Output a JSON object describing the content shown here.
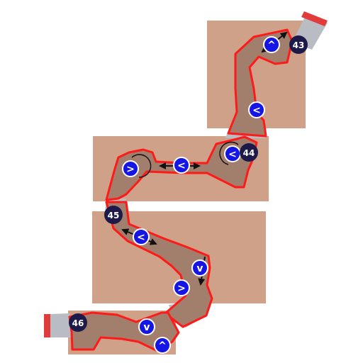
{
  "colors": {
    "background": "#ffffff",
    "panel": "#cfa188",
    "path_fill": "#a27e6c",
    "path_outline": "#ff1a1a",
    "connector": "#b9bdc3",
    "end_cap": "#e23b3b",
    "chevron_marker": "#1515e6",
    "number_marker": "#1d1a4a",
    "arrow": "#111111"
  },
  "markers": {
    "m43": {
      "label": "43"
    },
    "m44": {
      "label": "44"
    },
    "m45": {
      "label": "45"
    },
    "m46": {
      "label": "46"
    }
  },
  "chevrons": {
    "c1": {
      "glyph": "^",
      "icon": "chevron-up-icon"
    },
    "c2": {
      "glyph": "<",
      "icon": "chevron-left-icon"
    },
    "c3": {
      "glyph": "<",
      "icon": "chevron-left-icon"
    },
    "c4": {
      "glyph": "<",
      "icon": "chevron-left-icon"
    },
    "c5": {
      "glyph": ">",
      "icon": "chevron-right-icon"
    },
    "c6": {
      "glyph": "<",
      "icon": "chevron-left-icon"
    },
    "c7": {
      "glyph": "v",
      "icon": "chevron-down-icon"
    },
    "c8": {
      "glyph": ">",
      "icon": "chevron-right-icon"
    },
    "c9": {
      "glyph": "v",
      "icon": "chevron-down-icon"
    },
    "c10": {
      "glyph": "^",
      "icon": "chevron-up-icon"
    }
  }
}
